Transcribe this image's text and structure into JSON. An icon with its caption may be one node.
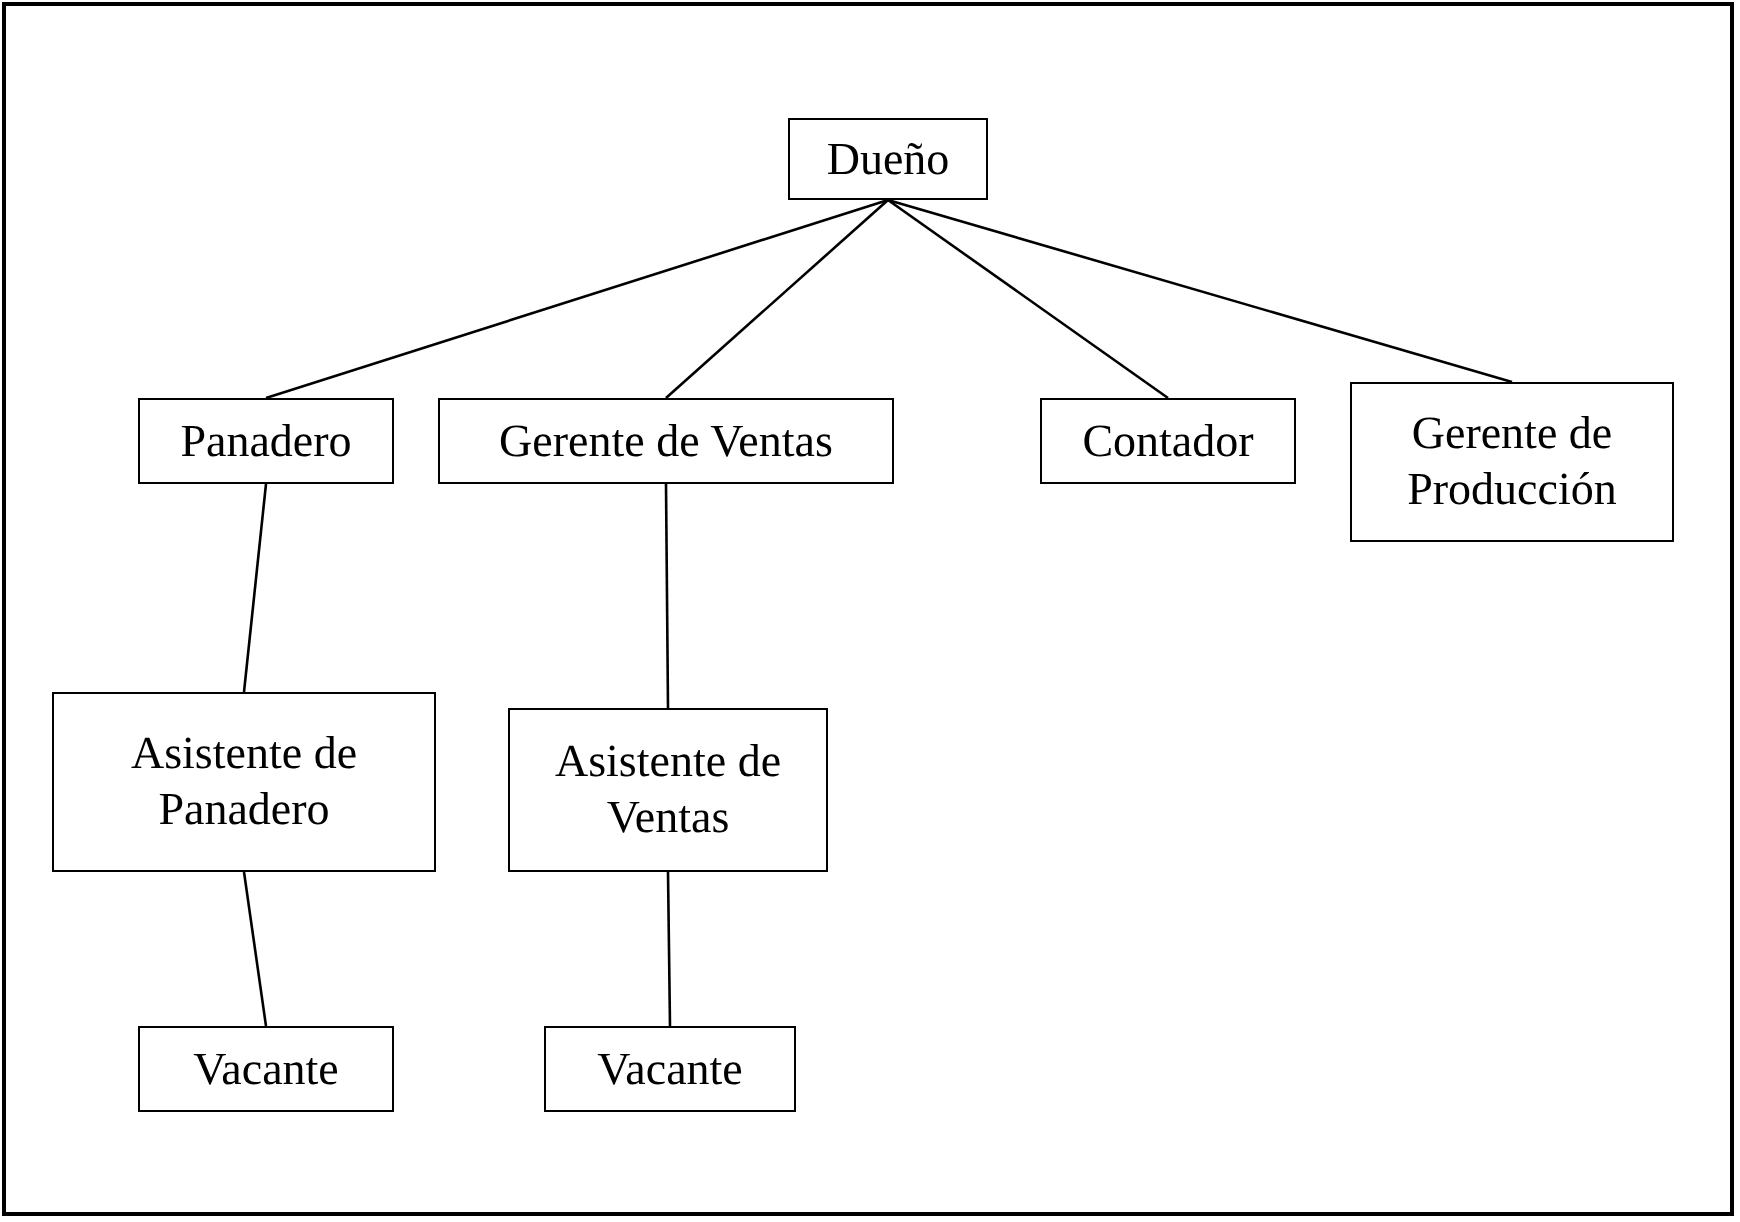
{
  "diagram": {
    "nodes": [
      {
        "text": [
          "Dueño"
        ]
      },
      {
        "text": [
          "Panadero"
        ]
      },
      {
        "text": [
          "Gerente de Ventas"
        ]
      },
      {
        "text": [
          "Contador"
        ]
      },
      {
        "text": [
          "Gerente de Producción"
        ]
      },
      {
        "text": [
          "Asistente de Panadero"
        ]
      },
      {
        "text": [
          "Asistente de Ventas"
        ]
      },
      {
        "text": [
          "Vacante"
        ]
      },
      {
        "text": [
          "Vacante"
        ]
      }
    ],
    "edges": [
      {
        "from": 0,
        "to": 1,
        "arrow": "none"
      },
      {
        "from": 0,
        "to": 2,
        "arrow": "none"
      },
      {
        "from": 0,
        "to": 3,
        "arrow": "none"
      },
      {
        "from": 0,
        "to": 4,
        "arrow": "none"
      },
      {
        "from": 1,
        "to": 5,
        "arrow": "none"
      },
      {
        "from": 2,
        "to": 6,
        "arrow": "none"
      },
      {
        "from": 5,
        "to": 7,
        "arrow": "none"
      },
      {
        "from": 6,
        "to": 8,
        "arrow": "none"
      }
    ]
  }
}
